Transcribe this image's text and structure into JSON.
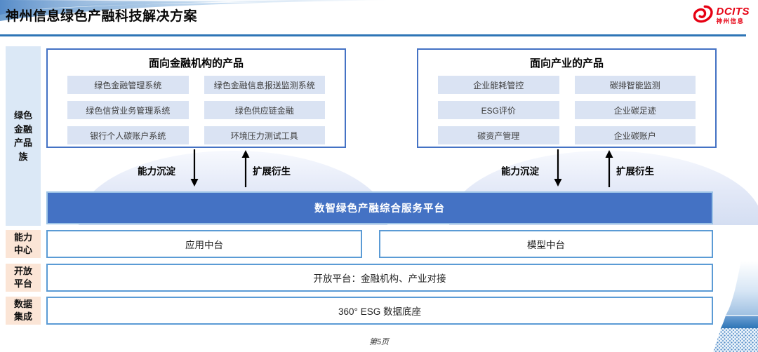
{
  "header": {
    "title": "神州信息绿色产融科技解决方案",
    "logo": {
      "brand": "DCITS",
      "company": "神州信息"
    }
  },
  "sidebar": {
    "product_family_label": "绿色金融产品族",
    "rows": [
      {
        "label": "能力中心"
      },
      {
        "label": "开放平台"
      },
      {
        "label": "数据集成"
      }
    ]
  },
  "product_groups": [
    {
      "title": "面向金融机构的产品",
      "items": [
        "绿色金融管理系统",
        "绿色金融信息报送监测系统",
        "绿色信贷业务管理系统",
        "绿色供应链金融",
        "银行个人碳账户系统",
        "环境压力测试工具"
      ],
      "arrows": {
        "down_label": "能力沉淀",
        "up_label": "扩展衍生"
      }
    },
    {
      "title": "面向产业的产品",
      "items": [
        "企业能耗管控",
        "碳排智能监测",
        "ESG评价",
        "企业碳足迹",
        "碳资产管理",
        "企业碳账户"
      ],
      "arrows": {
        "down_label": "能力沉淀",
        "up_label": "扩展衍生"
      }
    }
  ],
  "platform": {
    "label": "数智绿色产融综合服务平台"
  },
  "middle_rows": {
    "capability_items": [
      "应用中台",
      "模型中台"
    ],
    "open_platform_label": "开放平台：金融机构、产业对接",
    "data_base_label": "360° ESG 数据底座"
  },
  "footer": {
    "page_label": "第5页"
  },
  "colors": {
    "accent_blue": "#4472c4",
    "border_blue": "#5b9bd5",
    "divider_blue": "#2e75b6",
    "chip_fill": "#dae3f3",
    "rail_blue": "#dbe8f6",
    "rail_peach": "#fbe5d6",
    "logo_red": "#e60012"
  }
}
